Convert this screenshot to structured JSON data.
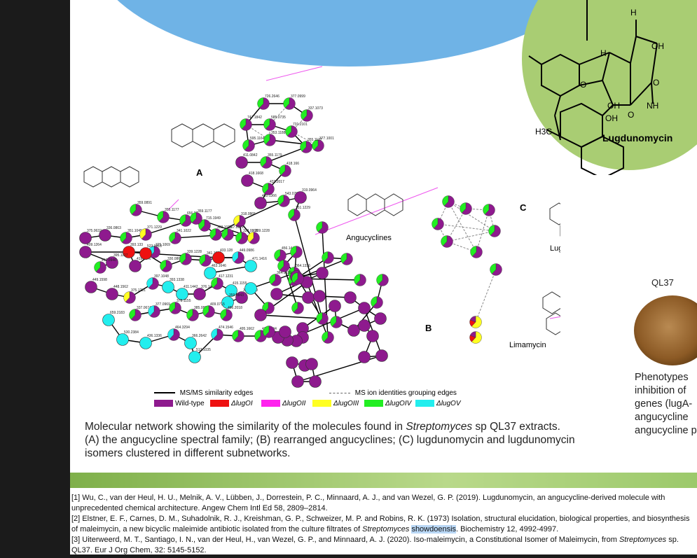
{
  "network": {
    "clusters": {
      "a": "A",
      "b": "B",
      "c": "C"
    },
    "family_labels": {
      "angucyclines": "Angucyclines",
      "lugdunomycin": "Lugdunomycin",
      "limamycin": "Limamycin"
    },
    "node_labels": [
      "726.2646",
      "377.0999",
      "337.1073",
      "747.1842",
      "585.0735",
      "731.2101",
      "595.1164",
      "353.1188",
      "377.1001",
      "355.1177",
      "411.0842",
      "355.1179",
      "418.166",
      "418.1668",
      "432.2017",
      "451.1366",
      "543.0706",
      "319.0964",
      "351.1229",
      "359.0891",
      "355.1177",
      "656.22",
      "715.1949",
      "303.1013",
      "318.0865",
      "323.0868",
      "375.0632",
      "336.0863",
      "351.1045",
      "371.1229",
      "359.1177",
      "339.1228",
      "357.0972",
      "341.1022",
      "393.133",
      "419.1146",
      "325.1069",
      "409.1264",
      "395.1127",
      "417.0946",
      "523.0918",
      "330.0865",
      "339.1228",
      "341.1023",
      "433.128",
      "449.0986",
      "471.1416",
      "463.1646",
      "449.1598",
      "448.1562",
      "375.1231",
      "397.1048",
      "393.1338",
      "411.1442",
      "376.1427",
      "417.1231",
      "415.1155",
      "392.1460",
      "359.0843",
      "337.0674",
      "377.0969",
      "378.1155",
      "385.0803",
      "409.0715",
      "456.2018",
      "659.2183",
      "530.2384",
      "436.1336",
      "464.3294",
      "366.2642",
      "512.1035",
      "474.1546",
      "495.1662",
      "435.1444",
      "456.1442",
      "364.1336",
      "364.1339"
    ]
  },
  "structures": {
    "lugdunomycin_label": "Lugdunomycin",
    "atom_labels": [
      "H",
      "OH",
      "H",
      "O",
      "OH",
      "O",
      "NH",
      "O",
      "OH",
      "H3C"
    ]
  },
  "legend": {
    "solid_edge": "MS/MS similarity edges",
    "dashed_edge": "MS ion identities grouping edges",
    "items": [
      {
        "label": "Wild-type",
        "color": "#8e1a8e"
      },
      {
        "label": "ΔlugOI",
        "color": "#ee1111"
      },
      {
        "label": "ΔlugOII",
        "color": "#ff22ee"
      },
      {
        "label": "ΔlugOIII",
        "color": "#ffff22"
      },
      {
        "label": "ΔlugOIV",
        "color": "#22ee22"
      },
      {
        "label": "ΔlugOV",
        "color": "#22eeee"
      }
    ]
  },
  "caption": {
    "line1_a": "Molecular network showing the similarity of the molecules found in ",
    "line1_em": "Streptomyces",
    "line1_b": " sp QL37 extracts.",
    "line2": "(A) the angucycline spectral family; (B) rearranged angucyclines; (C) lugdunomycin and lugdunomycin",
    "line3": "isomers clustered in different subnetworks."
  },
  "right_panel": {
    "title": "QL37",
    "lines": [
      "Phenotypes",
      "inhibition of",
      "genes (lugA-",
      "angucycline",
      "angucycline p"
    ]
  },
  "references": [
    {
      "text": "[1] Wu, C., van der Heul, H. U., Melnik, A. V., Lübben, J., Dorrestein, P. C., Minnaard, A. J., and van Wezel, G. P. (2019). Lugdunomycin, an angucycline-derived molecule with unprecedented chemical architecture. Angew Chem Intl Ed 58, 2809–2814."
    },
    {
      "part1": "[2] Elstner, E. F., Carnes, D. M., Suhadolnik, R. J., Kreishman, G. P., Schweizer, M. P. and Robins, R. K. (1973) Isolation, structural elucidation, biological properties, and biosynthesis of maleimycin, a new bicyclic maleimide antibiotic isolated from the culture filtrates of ",
      "em1": "Streptomyces",
      "hl": "showdoensis",
      "part2": ". Biochemistry 12, 4992-4997."
    },
    {
      "part1": "[3] Uiterweerd, M. T., Santiago, I. N., van der Heul, H., van Wezel, G. P., and Minnaard, A. J. (2020). Iso-maleimycin, a Constitutional Isomer of Maleimycin, from ",
      "em1": "Streptomyces",
      "part2": " sp. QL37. Eur J Org Chem, 32: 5145-5152."
    }
  ]
}
